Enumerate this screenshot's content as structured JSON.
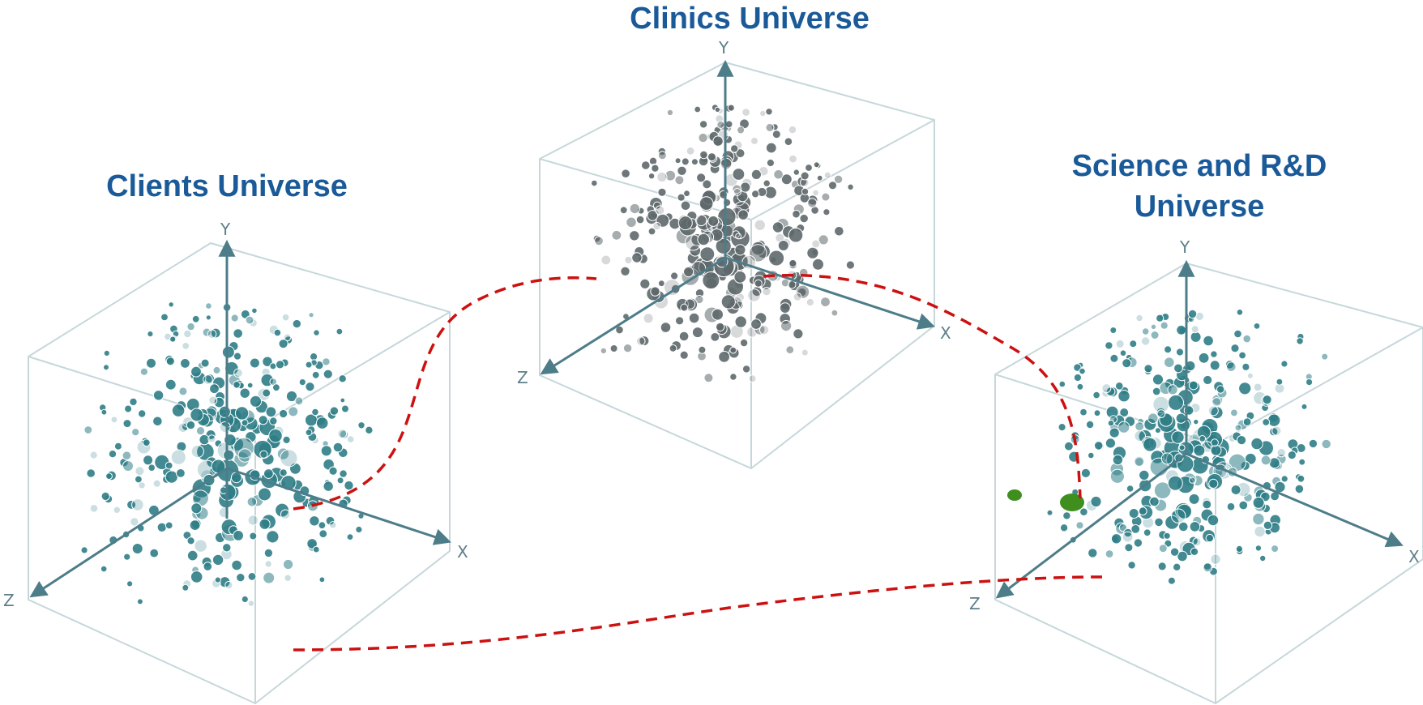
{
  "universes": [
    {
      "id": "clients",
      "title": "Clients Universe",
      "axes": {
        "x": "X",
        "y": "Y",
        "z": "Z"
      },
      "dot_color": "#2f7d86",
      "seed": 11
    },
    {
      "id": "clinics",
      "title": "Clinics Universe",
      "axes": {
        "x": "X",
        "y": "Y",
        "z": "Z"
      },
      "dot_color": "#5e686c",
      "seed": 29
    },
    {
      "id": "science",
      "title": "Science and R&D Universe",
      "title_lines": [
        "Science and R&D",
        "Universe"
      ],
      "axes": {
        "x": "X",
        "y": "Y",
        "z": "Z"
      },
      "dot_color": "#2f7d86",
      "highlight_color": "#3f8f1f",
      "seed": 47
    }
  ],
  "colors": {
    "box_edge": "#c6d7da",
    "axis": "#4d7d89",
    "connector": "#cc1111",
    "title": "#1a5a99"
  }
}
